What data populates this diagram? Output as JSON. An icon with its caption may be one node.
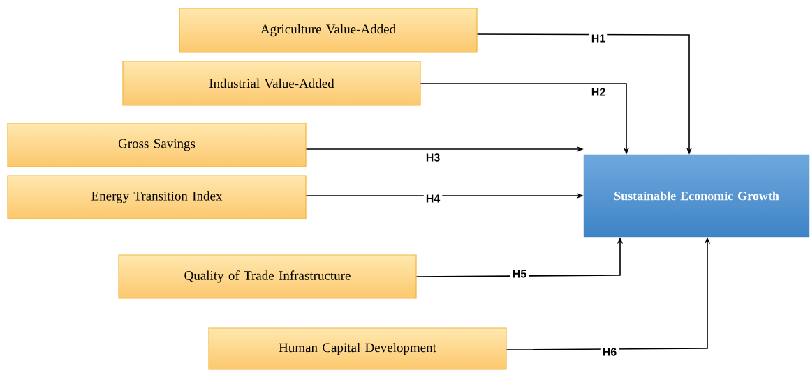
{
  "diagram": {
    "nodes": [
      {
        "text": [
          "Agriculture Value-Added"
        ]
      },
      {
        "text": [
          "Industrial Value-Added"
        ]
      },
      {
        "text": [
          "Gross Savings"
        ]
      },
      {
        "text": [
          "Energy Transition Index"
        ]
      },
      {
        "text": [
          "Quality of Trade Infrastructure"
        ]
      },
      {
        "text": [
          "Human Capital Development"
        ]
      },
      {
        "text": [
          "Sustainable Economic Growth"
        ]
      }
    ],
    "edges": [
      {
        "from": 0,
        "to": 6,
        "arrow": "to",
        "label": "H1"
      },
      {
        "from": 1,
        "to": 6,
        "arrow": "to",
        "label": "H2"
      },
      {
        "from": 2,
        "to": 6,
        "arrow": "to",
        "label": "H3"
      },
      {
        "from": 3,
        "to": 6,
        "arrow": "to",
        "label": "H4"
      },
      {
        "from": 4,
        "to": 6,
        "arrow": "to",
        "label": "H5"
      },
      {
        "from": 5,
        "to": 6,
        "arrow": "to",
        "label": "H6"
      }
    ]
  }
}
